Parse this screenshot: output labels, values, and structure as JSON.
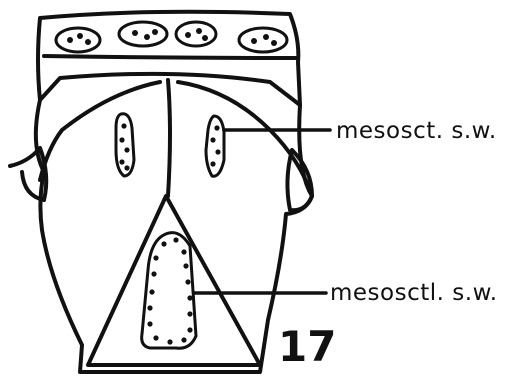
{
  "labels": {
    "upper": "mesosct. s.w.",
    "lower": "mesosctl. s.w."
  },
  "figure_number": "17",
  "colors": {
    "ink": "#111111",
    "paper": "#ffffff"
  }
}
